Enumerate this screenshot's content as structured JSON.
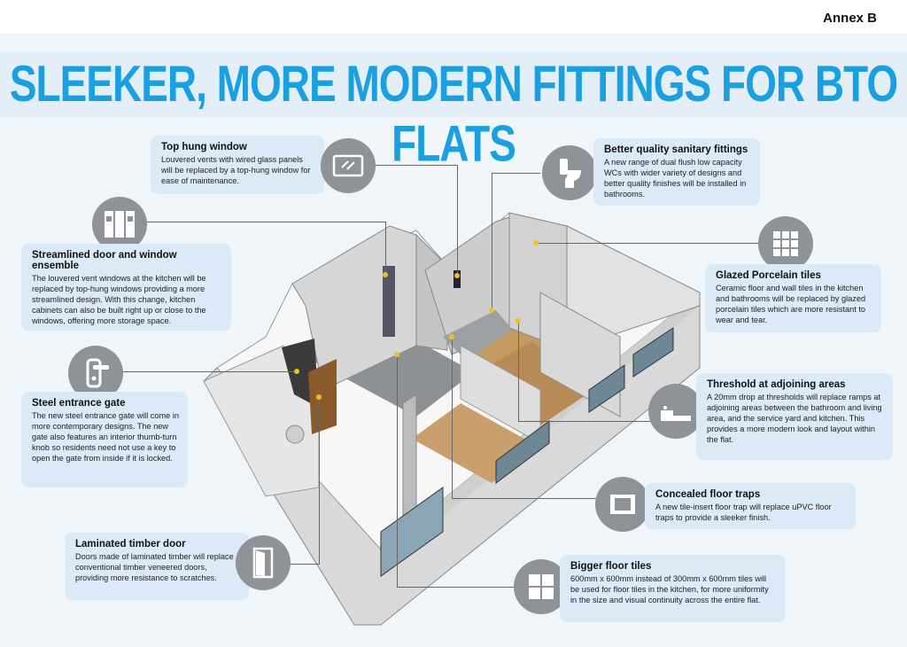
{
  "annex": "Annex B",
  "title": "SLEEKER, MORE MODERN FITTINGS FOR BTO FLATS",
  "items": [
    {
      "title": "Top hung window",
      "text": "Louvered vents with wired glass panels will be replaced by a top-hung window for ease of maintenance.",
      "icon": "window-icon"
    },
    {
      "title": "Better quality sanitary fittings",
      "text": "A new range of dual flush low capacity WCs with wider variety of designs and better quality finishes will be installed in bathrooms.",
      "icon": "toilet-icon"
    },
    {
      "title": "Streamlined door and window ensemble",
      "text": "The louvered vent windows at the kitchen will be replaced by top-hung windows providing a more streamlined design. With this change, kitchen cabinets can also be built right up or close to the windows, offering more storage space.",
      "icon": "door-window-icon"
    },
    {
      "title": "Glazed Porcelain tiles",
      "text": "Ceramic floor and wall tiles in the kitchen and bathrooms will be replaced by glazed porcelain tiles which are more resistant to wear and tear.",
      "icon": "tiles-grid-icon"
    },
    {
      "title": "Steel entrance gate",
      "text": "The new steel entrance gate will come in more contemporary designs. The new gate also features an interior thumb-turn knob so residents need not use a key to open the gate from inside if it is locked.",
      "icon": "door-handle-icon"
    },
    {
      "title": "Threshold at adjoining areas",
      "text": "A 20mm drop at thresholds will replace ramps at adjoining areas between the bathroom and living area, and the service yard and kitchen. This provides a more modern look and layout within the flat.",
      "icon": "threshold-icon"
    },
    {
      "title": "Concealed floor traps",
      "text": "A new tile-insert floor trap will replace uPVC floor traps to provide a sleeker finish.",
      "icon": "floor-trap-icon"
    },
    {
      "title": "Laminated timber door",
      "text": "Doors made of laminated timber will replace conventional timber veneered doors, providing more resistance to scratches.",
      "icon": "door-icon"
    },
    {
      "title": "Bigger floor tiles",
      "text": "600mm x 600mm instead of 300mm x 600mm tiles will be used for floor tiles in the kitchen, for more uniformity in the size and visual continuity across the entire flat.",
      "icon": "floor-tiles-icon"
    }
  ]
}
